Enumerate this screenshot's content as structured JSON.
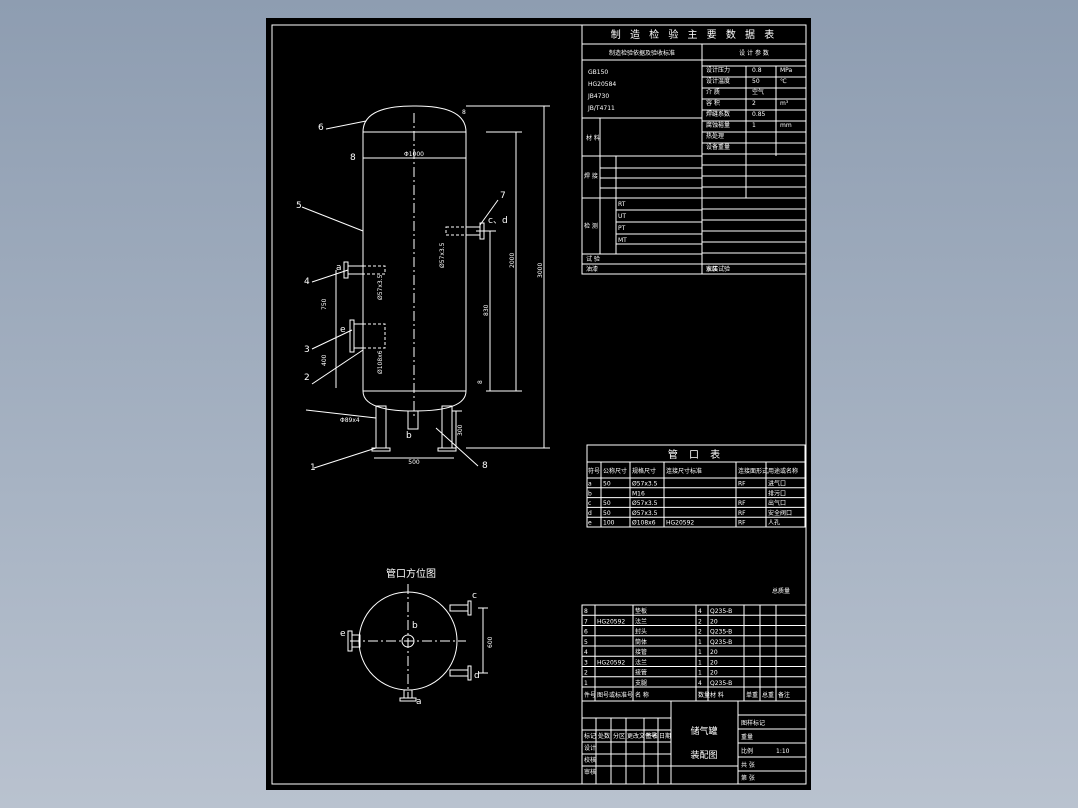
{
  "data_table": {
    "title": "制 造 检 验 主 要 数 据 表",
    "header_left": "制造检验依据及验收标准",
    "header_right": "设 计 参 数",
    "standards": [
      "GB150",
      "HG20584",
      "JB4730",
      "JB/T4711"
    ],
    "labels": {
      "material": "材 料",
      "welding": "焊 接",
      "inspection": "检 测",
      "test": "试 验",
      "hydro": "水压试验",
      "pressure": "设计压力",
      "temperature": "设计温度",
      "medium": "介 质",
      "volume": "容 积",
      "weld_coeff": "焊缝系数",
      "corrosion": "腐蚀裕量",
      "heat": "热处理",
      "rt": "RT",
      "ut": "UT",
      "pt": "PT",
      "mt": "MT",
      "weight": "设备重量",
      "paint": "油漆",
      "install": "安装",
      "air": "空气"
    },
    "values": {
      "pressure": "0.8",
      "temperature": "50",
      "volume": "2",
      "weld_coeff": "0.85",
      "corrosion": "1",
      "unit_mpa": "MPa",
      "unit_c": "℃",
      "unit_m3": "m³",
      "unit_mm": "mm"
    }
  },
  "vessel": {
    "dims": {
      "width": "Φ1000",
      "height": "3000",
      "mid": "2000",
      "low": "830",
      "legs": "Φ89x4",
      "leg_span": "500",
      "leg_h": "300",
      "nozzle_a": "Ø57x3.5",
      "nozzle_b": "Ø57x3.5",
      "nozzle_e": "Ø108x6",
      "h750": "750",
      "h400": "400",
      "wall": "8",
      "head_8": "8",
      "bottom_8": "8"
    },
    "labels": {
      "n1": "1",
      "n2": "2",
      "n3": "3",
      "n4": "4",
      "n5": "5",
      "n6": "6",
      "n7": "7",
      "n8": "8",
      "a": "a",
      "b": "b",
      "cd": "c、d",
      "e": "e"
    }
  },
  "nozzle_table": {
    "title": "管 口 表",
    "headers": [
      "符号",
      "公称尺寸",
      "规格尺寸",
      "连接尺寸标准",
      "连接面形式",
      "用途或名称"
    ],
    "rows": [
      [
        "a",
        "50",
        "Ø57x3.5",
        "",
        "RF",
        "进气口"
      ],
      [
        "b",
        "",
        "M16",
        "",
        "",
        "排污口"
      ],
      [
        "c",
        "50",
        "Ø57x3.5",
        "",
        "RF",
        "出气口"
      ],
      [
        "d",
        "50",
        "Ø57x3.5",
        "",
        "RF",
        "安全阀口"
      ],
      [
        "e",
        "100",
        "Ø108x6",
        "HG20592",
        "RF",
        "人孔"
      ]
    ]
  },
  "orientation": {
    "title": "管口方位图",
    "a": "a",
    "b": "b",
    "c": "c",
    "d": "d",
    "e": "e",
    "dim": "600"
  },
  "parts_list": {
    "note": "总质量",
    "headers": [
      "件号",
      "图号或标准号",
      "名 称",
      "数量",
      "材 料",
      "单重",
      "总重",
      "备注"
    ],
    "rows": [
      [
        "8",
        "",
        "垫板",
        "4",
        "Q235-B",
        "",
        "",
        ""
      ],
      [
        "7",
        "HG20592",
        "法兰",
        "2",
        "20",
        "",
        "",
        ""
      ],
      [
        "6",
        "",
        "封头",
        "2",
        "Q235-B",
        "",
        "",
        ""
      ],
      [
        "5",
        "",
        "筒体",
        "1",
        "Q235-B",
        "",
        "",
        ""
      ],
      [
        "4",
        "",
        "接管",
        "1",
        "20",
        "",
        "",
        ""
      ],
      [
        "3",
        "HG20592",
        "法兰",
        "1",
        "20",
        "",
        "",
        ""
      ],
      [
        "2",
        "",
        "接管",
        "1",
        "20",
        "",
        "",
        ""
      ],
      [
        "1",
        "",
        "支腿",
        "4",
        "Q235-B",
        "",
        "",
        ""
      ]
    ]
  },
  "title_block": {
    "name": "储气罐",
    "drawing": "装配图",
    "labels": [
      "设计",
      "校核",
      "审核",
      "标记",
      "处数",
      "分区",
      "更改文件号",
      "签名",
      "日期"
    ],
    "right": [
      "图样标记",
      "重量",
      "比例",
      "共 张",
      "第 张"
    ],
    "values": [
      "1:10"
    ]
  }
}
